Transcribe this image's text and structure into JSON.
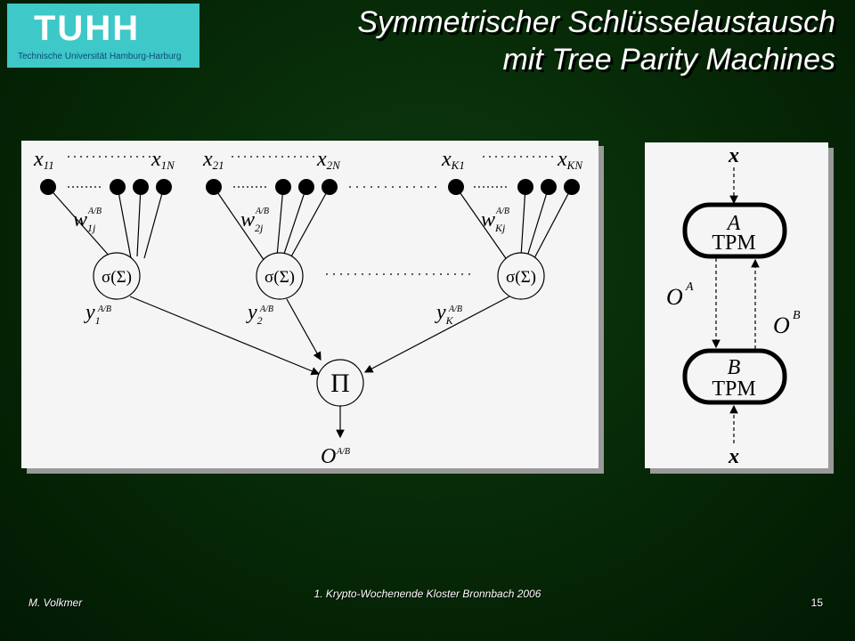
{
  "logo": {
    "main": "TUHH",
    "subtitle": "Technische Universität Hamburg-Harburg"
  },
  "title": {
    "line1": "Symmetrischer Schlüsselaustausch",
    "line2": "mit Tree Parity Machines"
  },
  "diagram_left": {
    "input_labels": [
      "x",
      "x",
      "x",
      "x",
      "x",
      "x"
    ],
    "input_subs": [
      "11",
      "1N",
      "21",
      "2N",
      "K1",
      "KN"
    ],
    "weight_labels": [
      "w",
      "w",
      "w"
    ],
    "weight_subs": [
      "1j",
      "2j",
      "Kj"
    ],
    "weight_sup": "A/B",
    "hidden_node_label": "σ(Σ)",
    "hidden_output_labels": [
      "y",
      "y",
      "y"
    ],
    "hidden_output_subs": [
      "1",
      "2",
      "K"
    ],
    "hidden_output_sup": "A/B",
    "output_node_label": "Π",
    "output_label": "O",
    "output_sup": "A/B"
  },
  "diagram_right": {
    "input_top": "x",
    "input_bottom": "x",
    "machine_a_letter": "A",
    "machine_a_name": "TPM",
    "machine_b_letter": "B",
    "machine_b_name": "TPM",
    "output_a_label": "O",
    "output_a_sup": "A",
    "output_b_label": "O",
    "output_b_sup": "B"
  },
  "footer": {
    "author": "M. Volkmer",
    "event": "1. Krypto-Wochenende Kloster Bronnbach 2006",
    "page": "15"
  }
}
